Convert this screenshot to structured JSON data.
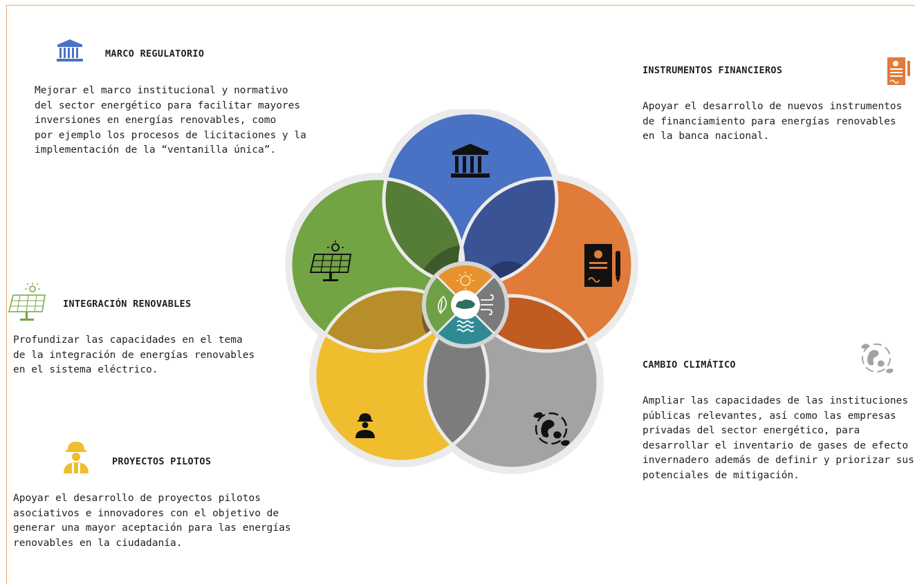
{
  "sections": {
    "marco": {
      "title": "MARCO REGULATORIO",
      "text": "Mejorar el marco institucional y normativo\ndel sector energético para facilitar mayores\ninversiones en energías renovables, como\npor ejemplo los procesos de licitaciones y la\nimplementación de la “ventanilla única”."
    },
    "instrumentos": {
      "title": "INSTRUMENTOS FINANCIEROS",
      "text": "Apoyar el desarrollo de nuevos instrumentos\nde financiamiento para energías renovables\nen la banca nacional."
    },
    "integracion": {
      "title": "INTEGRACIÓN RENOVABLES",
      "text": "Profundizar las capacidades en el tema\nde la integración de energías renovables\nen el sistema eléctrico."
    },
    "cambio": {
      "title": "CAMBIO CLIMÁTICO",
      "text": "Ampliar las capacidades de las instituciones\npúblicas relevantes, así como las empresas\nprivadas del sector energético, para\ndesarrollar el inventario de gases de efecto\ninvernadero además de definir y priorizar sus\npotenciales de mitigación."
    },
    "proyectos": {
      "title": "PROYECTOS PILOTOS",
      "text": "Apoyar el desarrollo de proyectos pilotos\nasociativos e innovadores con el objetivo de\ngenerar una mayor aceptación para las energías\nrenovables en la ciudadanía."
    }
  },
  "colors": {
    "blue": "#4a72c4",
    "orange": "#e07b39",
    "green": "#72a443",
    "yellow": "#f0bd2e",
    "gray": "#a3a3a3",
    "ring": "#ebebeb"
  },
  "icons": {
    "marco": "bank-building-icon",
    "instrumentos": "contract-document-icon",
    "integracion": "solar-panel-icon",
    "cambio": "globe-cycle-icon",
    "proyectos": "construction-worker-icon",
    "center": "dominican-republic-map-icon"
  }
}
